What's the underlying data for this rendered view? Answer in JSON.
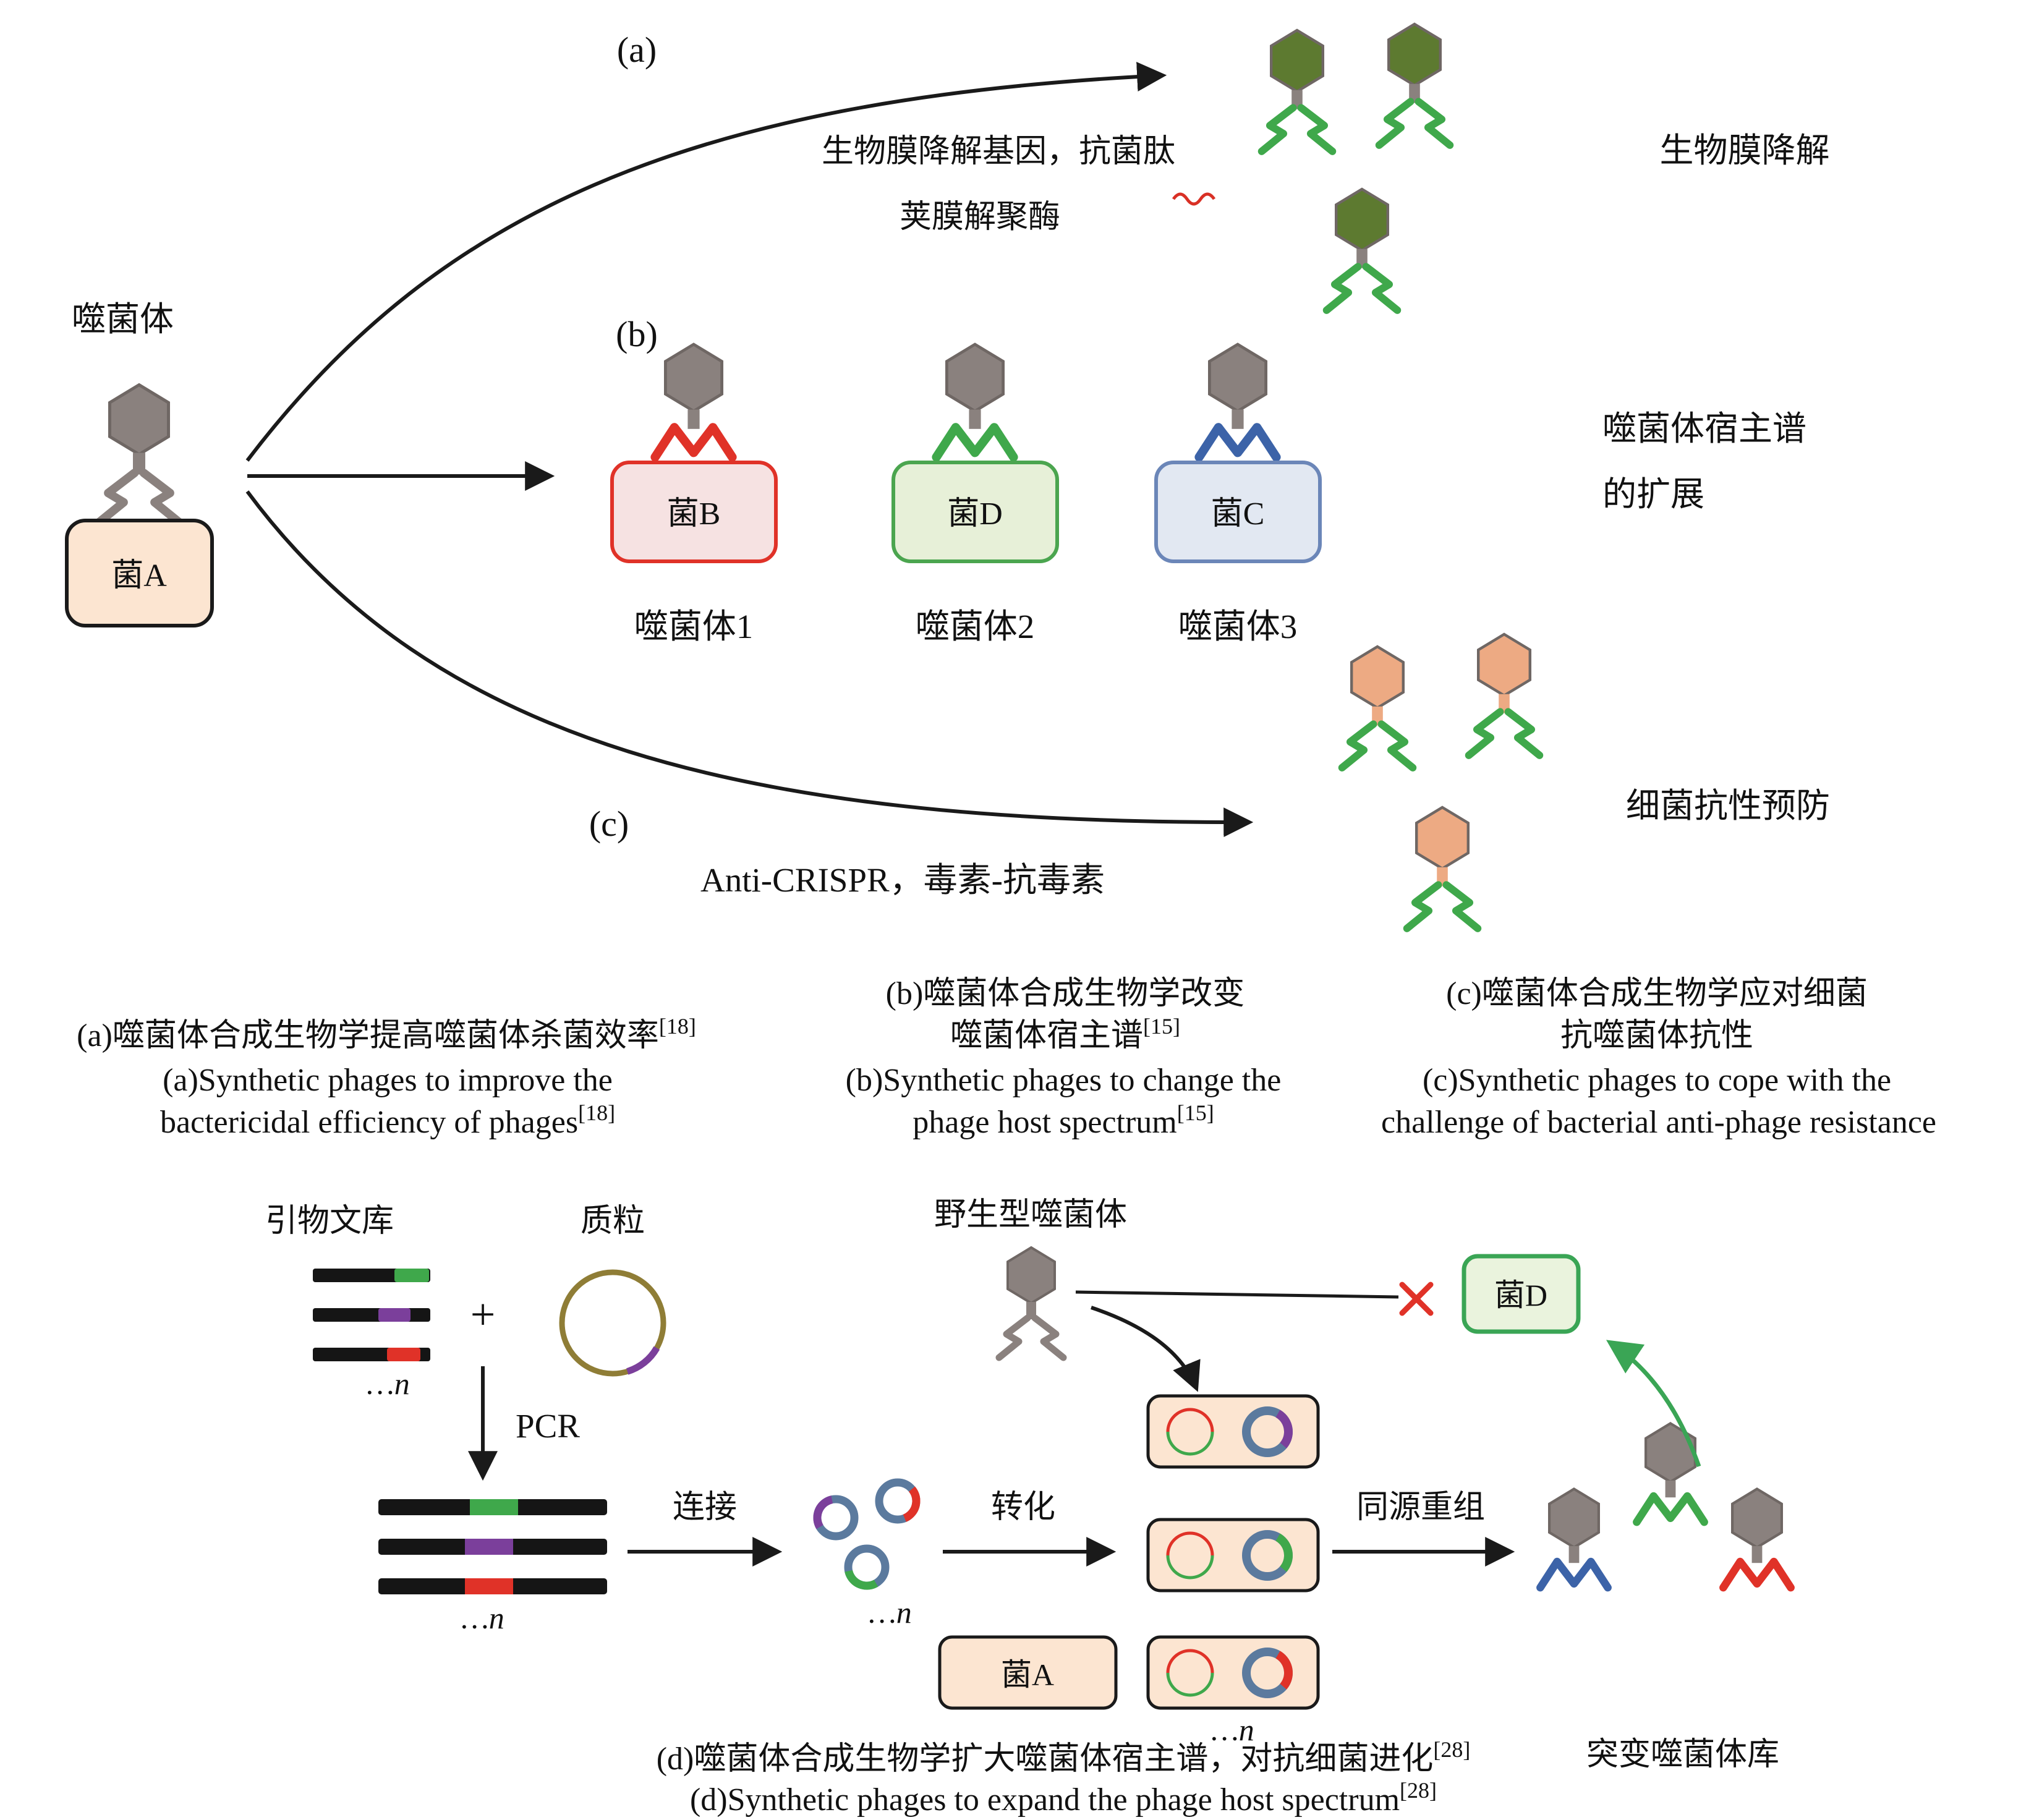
{
  "colors": {
    "ink": "#1a1a1a",
    "phage-gray": "#8a817e",
    "phage-gray-dark": "#6f6764",
    "olive-head": "#5d7a30",
    "green": "#3fa84b",
    "green-arrow": "#3aa555",
    "salmon": "#edaa83",
    "red": "#e03228",
    "blue": "#3c63a8",
    "ring-blue": "#5b7a9e",
    "purple": "#7b3f9b",
    "olive-ring": "#8f7d36",
    "peach-fill": "#fce5d1",
    "boxb-fill": "#f6e2e2",
    "boxb-stroke": "#e03228",
    "boxd-fill": "#e7f0d8",
    "boxd-stroke": "#4ba54f",
    "boxc-fill": "#e2e8f2",
    "boxc-stroke": "#6b86b8",
    "bactd-fill": "#eaf3dd",
    "bactd-stroke": "#3aa555"
  },
  "top": {
    "phage_label": "噬菌体",
    "host_a": "菌A",
    "a": {
      "tag": "(a)",
      "line1": "生物膜降解基因，抗菌肽",
      "line2": "荚膜解聚酶",
      "result": "生物膜降解"
    },
    "b": {
      "tag": "(b)",
      "hosts": [
        "菌B",
        "菌D",
        "菌C"
      ],
      "phages": [
        "噬菌体1",
        "噬菌体2",
        "噬菌体3"
      ],
      "result1": "噬菌体宿主谱",
      "result2": "的扩展"
    },
    "c": {
      "tag": "(c)",
      "line1": "Anti-CRISPR，毒素-抗毒素",
      "result": "细菌抗性预防"
    }
  },
  "captions": {
    "a_zh": "(a)噬菌体合成生物学提高噬菌体杀菌效率",
    "a_sup": "[18]",
    "a_en1": "(a)Synthetic phages to improve the",
    "a_en2": "bactericidal efficiency of phages",
    "a_en_sup": "[18]",
    "b_zh1": "(b)噬菌体合成生物学改变",
    "b_zh2": "噬菌体宿主谱",
    "b_sup": "[15]",
    "b_en1": "(b)Synthetic phages to change the",
    "b_en2": "phage host spectrum",
    "b_en_sup": "[15]",
    "c_zh1": "(c)噬菌体合成生物学应对细菌",
    "c_zh2": "抗噬菌体抗性",
    "c_en1": "(c)Synthetic phages to cope with the",
    "c_en2": "challenge of bacterial anti-phage resistance",
    "d_zh": "(d)噬菌体合成生物学扩大噬菌体宿主谱，对抗细菌进化",
    "d_sup": "[28]",
    "d_en": "(d)Synthetic phages to expand the phage host spectrum",
    "d_en_sup": "[28]"
  },
  "bottom": {
    "primer_label": "引物文库",
    "plus": "+",
    "plasmid_label": "质粒",
    "pcr": "PCR",
    "ellipsis_n": "…n",
    "ligate": "连接",
    "transform": "转化",
    "wild_label": "野生型噬菌体",
    "host_d": "菌D",
    "host_a": "菌A",
    "recombine": "同源重组",
    "mutant_label": "突变噬菌体库"
  }
}
